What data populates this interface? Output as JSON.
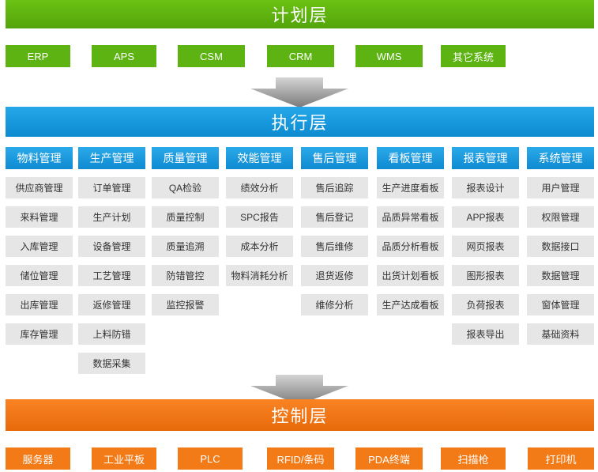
{
  "plan_layer": {
    "title": "计划层",
    "systems": [
      "ERP",
      "APS",
      "CSM",
      "CRM",
      "WMS",
      "其它系统"
    ]
  },
  "exec_layer": {
    "title": "执行层",
    "modules": [
      {
        "title": "物料管理",
        "items": [
          "供应商管理",
          "来料管理",
          "入库管理",
          "储位管理",
          "出库管理",
          "库存管理"
        ]
      },
      {
        "title": "生产管理",
        "items": [
          "订单管理",
          "生产计划",
          "设备管理",
          "工艺管理",
          "返修管理",
          "上料防错",
          "数据采集"
        ]
      },
      {
        "title": "质量管理",
        "items": [
          "QA检验",
          "质量控制",
          "质量追溯",
          "防错管控",
          "监控报警"
        ]
      },
      {
        "title": "效能管理",
        "items": [
          "绩效分析",
          "SPC报告",
          "成本分析",
          "物料消耗分析"
        ]
      },
      {
        "title": "售后管理",
        "items": [
          "售后追踪",
          "售后登记",
          "售后维修",
          "退货返修",
          "维修分析"
        ]
      },
      {
        "title": "看板管理",
        "items": [
          "生产进度看板",
          "品质异常看板",
          "品质分析看板",
          "出货计划看板",
          "生产达成看板"
        ]
      },
      {
        "title": "报表管理",
        "items": [
          "报表设计",
          "APP报表",
          "网页报表",
          "图形报表",
          "负荷报表",
          "报表导出"
        ]
      },
      {
        "title": "系统管理",
        "items": [
          "用户管理",
          "权限管理",
          "数据接口",
          "数据管理",
          "窗体管理",
          "基础资料"
        ]
      }
    ]
  },
  "control_layer": {
    "title": "控制层",
    "devices": [
      "服务器",
      "工业平板",
      "PLC",
      "RFID/条码",
      "PDA终端",
      "扫描枪",
      "打印机"
    ]
  },
  "colors": {
    "plan_green": "#5cb311",
    "exec_blue": "#1597dd",
    "control_orange": "#f27a17",
    "cell_gray": "#e6e6e6",
    "arrow_gray": "#8a8a8a"
  }
}
